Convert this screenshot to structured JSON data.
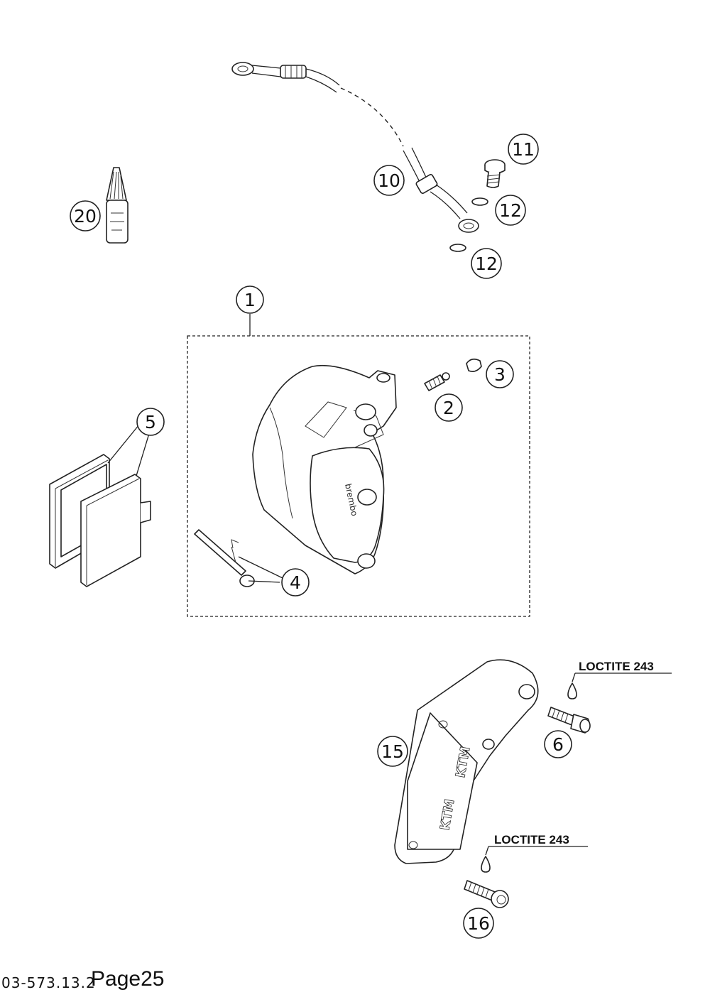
{
  "callouts": {
    "c1": "1",
    "c2": "2",
    "c3": "3",
    "c4": "4",
    "c5": "5",
    "c6": "6",
    "c10": "10",
    "c11": "11",
    "c12a": "12",
    "c12b": "12",
    "c15": "15",
    "c16": "16",
    "c20": "20"
  },
  "notes": {
    "loctite_upper": "LOCTITE 243",
    "loctite_lower": "LOCTITE 243"
  },
  "footer": {
    "code": "03-573.13.2",
    "page": "Page25"
  }
}
